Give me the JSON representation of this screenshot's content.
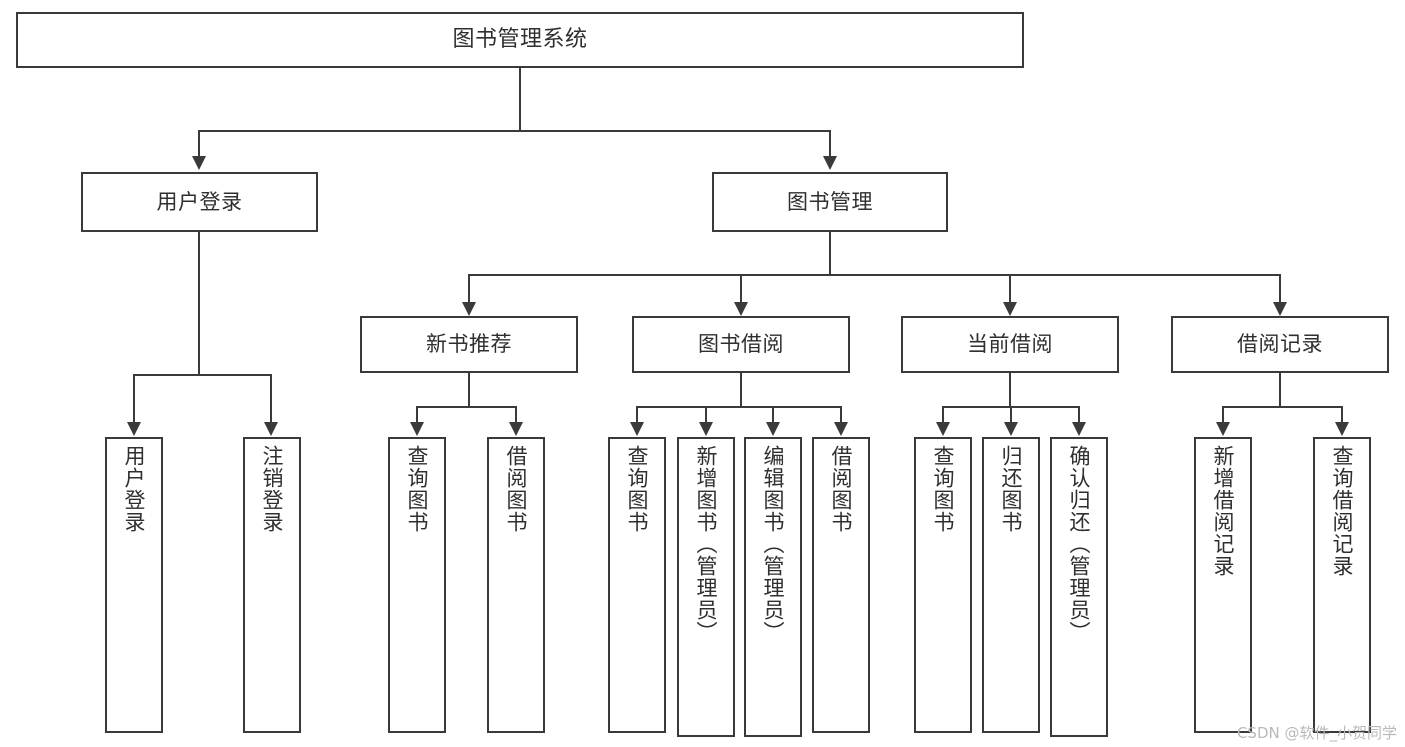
{
  "diagram": {
    "title": "图书管理系统",
    "type": "tree",
    "watermark": "CSDN @软件_小贺同学",
    "colors": {
      "box_border": "#3a3a3a",
      "box_fill": "#ffffff",
      "text": "#2f2f2f",
      "connector": "#3a3a3a",
      "watermark": "#b9b9b9",
      "background": "#ffffff"
    }
  },
  "nodes": {
    "root": {
      "label": "图书管理系统"
    },
    "level2": [
      {
        "label": "用户登录"
      },
      {
        "label": "图书管理"
      }
    ],
    "level3": [
      {
        "label": "新书推荐"
      },
      {
        "label": "图书借阅"
      },
      {
        "label": "当前借阅"
      },
      {
        "label": "借阅记录"
      }
    ],
    "leaves": {
      "user_login": [
        {
          "label": "用户登录"
        },
        {
          "label": "注销登录"
        }
      ],
      "new_book_recommend": [
        {
          "label": "查询图书"
        },
        {
          "label": "借阅图书"
        }
      ],
      "book_borrow": [
        {
          "label": "查询图书"
        },
        {
          "label": "新增图书（管理员）"
        },
        {
          "label": "编辑图书（管理员）"
        },
        {
          "label": "借阅图书"
        }
      ],
      "current_borrow": [
        {
          "label": "查询图书"
        },
        {
          "label": "归还图书"
        },
        {
          "label": "确认归还（管理员）"
        }
      ],
      "borrow_record": [
        {
          "label": "新增借阅记录"
        },
        {
          "label": "查询借阅记录"
        }
      ]
    }
  },
  "tree_structure": {
    "图书管理系统": {
      "用户登录": [
        "用户登录",
        "注销登录"
      ],
      "图书管理": {
        "新书推荐": [
          "查询图书",
          "借阅图书"
        ],
        "图书借阅": [
          "查询图书",
          "新增图书（管理员）",
          "编辑图书（管理员）",
          "借阅图书"
        ],
        "当前借阅": [
          "查询图书",
          "归还图书",
          "确认归还（管理员）"
        ],
        "借阅记录": [
          "新增借阅记录",
          "查询借阅记录"
        ]
      }
    }
  }
}
